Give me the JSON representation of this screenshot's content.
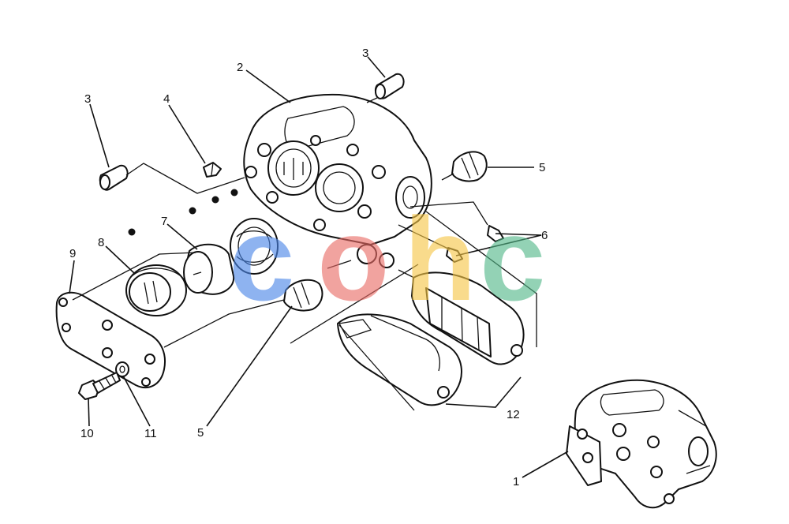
{
  "diagram": {
    "callouts": {
      "n1": "1",
      "n2": "2",
      "n3a": "3",
      "n3b": "3",
      "n4": "4",
      "n5a": "5",
      "n5b": "5",
      "n6": "6",
      "n7": "7",
      "n8": "8",
      "n9": "9",
      "n10": "10",
      "n11": "11",
      "n12": "12"
    }
  },
  "watermark": {
    "letters": [
      "c",
      "o",
      "h",
      "c"
    ],
    "colors": [
      "#4a86e8",
      "#ea6b66",
      "#f6c646",
      "#52b788"
    ]
  }
}
